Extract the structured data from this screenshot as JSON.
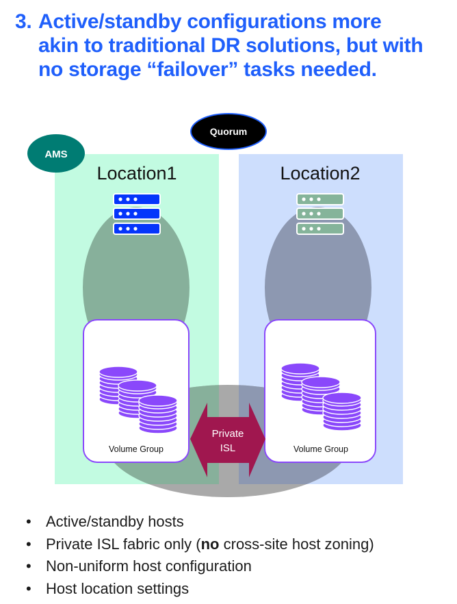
{
  "title": {
    "number": "3.",
    "lines": [
      "Active/standby configurations more",
      "akin to traditional DR solutions, but with",
      "no storage “failover” tasks needed."
    ]
  },
  "diagram": {
    "quorum_label": "Quorum",
    "ams_label": "AMS",
    "locations": [
      {
        "name": "Location1",
        "host_state": "active",
        "volume_group_label": "Volume Group"
      },
      {
        "name": "Location2",
        "host_state": "standby",
        "volume_group_label": "Volume Group"
      }
    ],
    "link": {
      "line1": "Private",
      "line2": "ISL"
    },
    "icons": {
      "host": "server-rack-icon",
      "storage": "database-stack-icon",
      "link": "double-arrow-icon"
    },
    "colors": {
      "title": "#1f5ffb",
      "location1_bg": "#c2fbe1",
      "location2_bg": "#cddefd",
      "location1_ellipse": "#87b09b",
      "location2_ellipse": "#8d98b1",
      "isl_ellipse": "#a9a9a9",
      "active_host": "#0535fb",
      "standby_host": "#85b49a",
      "storage": "#8a48fb",
      "volume_group_border": "#8a48fb",
      "isl_arrow": "#a0174f",
      "ams_badge": "#007c73",
      "quorum_badge": "#000000",
      "quorum_border": "#1f5ffb"
    }
  },
  "bullets": [
    {
      "before": "Active/standby hosts",
      "bold": "",
      "after": ""
    },
    {
      "before": "Private ISL fabric only (",
      "bold": "no",
      "after": " cross-site host zoning)"
    },
    {
      "before": "Non-uniform host configuration",
      "bold": "",
      "after": ""
    },
    {
      "before": "Host location settings",
      "bold": "",
      "after": ""
    }
  ]
}
